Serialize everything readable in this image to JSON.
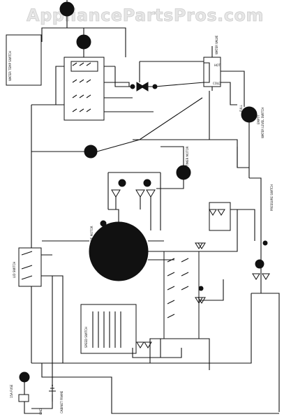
{
  "watermark": "AppliancePartsPros.com",
  "labels": {
    "water_temp_switch": "WATER TEMP SWITCH",
    "water_valve": "WATER VALVE",
    "hot": "HOT",
    "cold": "COLD",
    "full": "FULL",
    "empty": "EMPTY",
    "water_level_switch": "WATER LEVEL SWITCH",
    "timer_motor": "TIMER MOTOR",
    "drive_motor": "DRIVE MOTOR",
    "lid_switch": "LID SWITCH",
    "speed_switch": "SPEED SWITCH",
    "pressure_switch": "PRESSURE SWITCH",
    "fuse": "15A FUSE",
    "ground": "GND",
    "cabinet_frame": "CABINET FRAME"
  }
}
